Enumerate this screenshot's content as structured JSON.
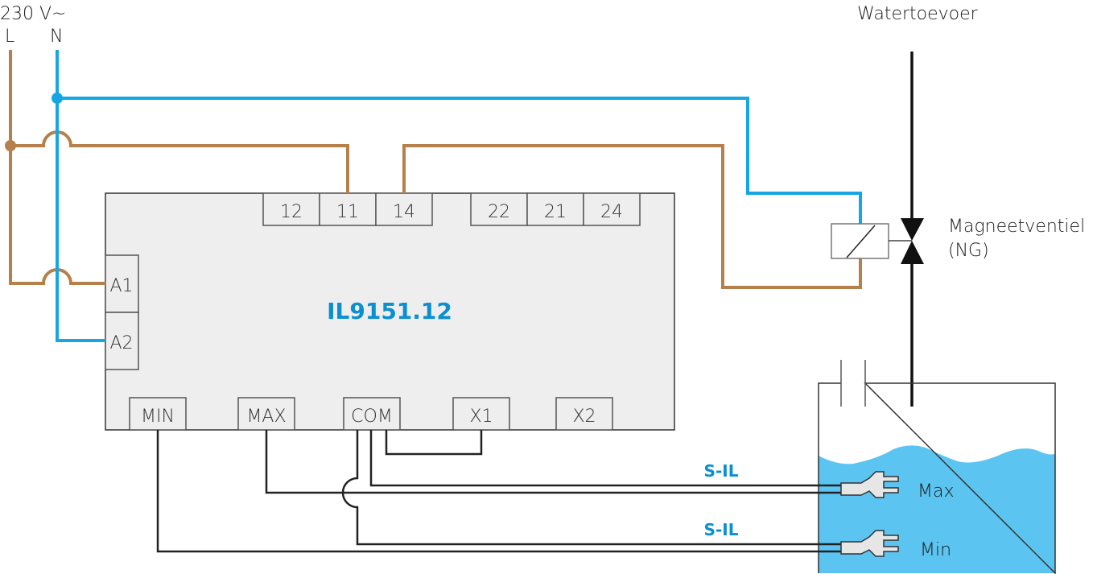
{
  "supply": {
    "voltage_label": "230 V~",
    "line_label": "L",
    "neutral_label": "N"
  },
  "water_supply_label": "Watertoevoer",
  "relay": {
    "model": "IL9151.12",
    "contacts_top": [
      "12",
      "11",
      "14",
      "22",
      "21",
      "24"
    ],
    "coil_terminals": [
      "A1",
      "A2"
    ],
    "sensor_terminals": [
      "MIN",
      "MAX",
      "COM",
      "X1",
      "X2"
    ]
  },
  "valve": {
    "name": "Magneetventiel",
    "type": "(NG)"
  },
  "probes": {
    "cable_label_upper": "S-IL",
    "cable_label_lower": "S-IL",
    "max_label": "Max",
    "min_label": "Min"
  },
  "colors": {
    "line_wire": "#b5804a",
    "neutral_wire": "#16a6e5",
    "water": "#5bc4f1",
    "model_text": "#0a8fd0"
  }
}
